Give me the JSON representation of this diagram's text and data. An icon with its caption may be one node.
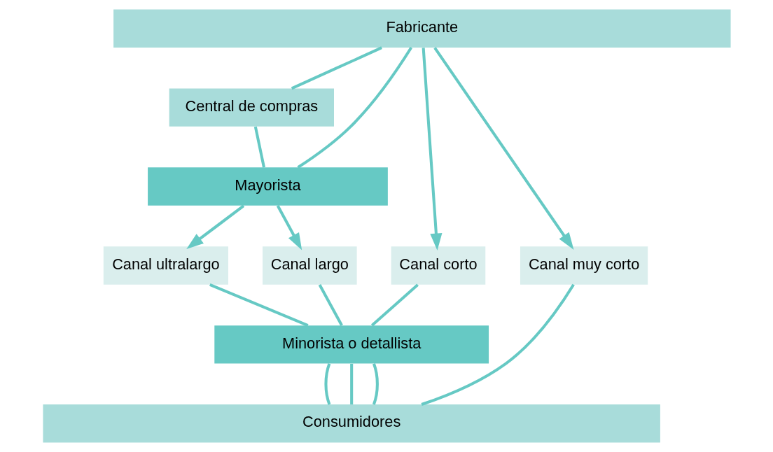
{
  "diagram": {
    "nodes": [
      {
        "text": [
          "Fabricante"
        ]
      },
      {
        "text": [
          "Central de compras"
        ]
      },
      {
        "text": [
          "Mayorista"
        ]
      },
      {
        "text": [
          "Canal ultralargo"
        ]
      },
      {
        "text": [
          "Canal largo"
        ]
      },
      {
        "text": [
          "Canal corto"
        ]
      },
      {
        "text": [
          "Canal muy corto"
        ]
      },
      {
        "text": [
          "Minorista o detallista"
        ]
      },
      {
        "text": [
          "Consumidores"
        ]
      }
    ],
    "edges": [
      {
        "from": 0,
        "to": 1,
        "arrow": "none"
      },
      {
        "from": 1,
        "to": 2,
        "arrow": "none"
      },
      {
        "from": 2,
        "to": 3,
        "arrow": "to"
      },
      {
        "from": 3,
        "to": 7,
        "arrow": "none"
      },
      {
        "from": 7,
        "to": 8,
        "arrow": "none"
      },
      {
        "from": 0,
        "to": 2,
        "arrow": "none"
      },
      {
        "from": 2,
        "to": 4,
        "arrow": "to"
      },
      {
        "from": 4,
        "to": 7,
        "arrow": "none"
      },
      {
        "from": 7,
        "to": 8,
        "arrow": "none"
      },
      {
        "from": 0,
        "to": 5,
        "arrow": "to"
      },
      {
        "from": 5,
        "to": 7,
        "arrow": "none"
      },
      {
        "from": 7,
        "to": 8,
        "arrow": "none"
      },
      {
        "from": 0,
        "to": 6,
        "arrow": "to"
      },
      {
        "from": 6,
        "to": 8,
        "arrow": "none"
      }
    ]
  }
}
